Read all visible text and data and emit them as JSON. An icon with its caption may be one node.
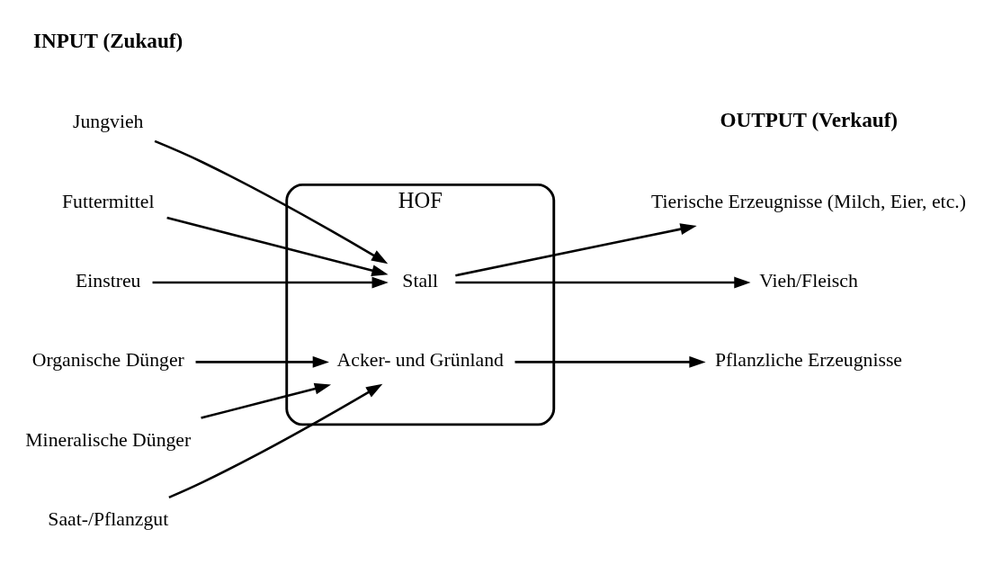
{
  "diagram": {
    "nodes": [
      {
        "text": [
          "HOF"
        ]
      },
      {
        "text": [
          "Stall"
        ],
        "in": 0
      },
      {
        "text": [
          "Acker- und Grünland"
        ],
        "in": 0
      },
      {
        "text": [
          "Jungvieh"
        ]
      },
      {
        "text": [
          "Futtermittel"
        ]
      },
      {
        "text": [
          "Einstreu"
        ]
      },
      {
        "text": [
          "Organische Dünger"
        ]
      },
      {
        "text": [
          "Mineralische Dünger"
        ]
      },
      {
        "text": [
          "Saat-/Pflanzgut"
        ]
      },
      {
        "text": [
          "Tierische Erzeugnisse (Milch, Eier, etc.)"
        ]
      },
      {
        "text": [
          "Vieh/Fleisch"
        ]
      },
      {
        "text": [
          "Pflanzliche Erzeugnisse"
        ]
      }
    ],
    "edges": [
      {
        "from": 3,
        "to": 1,
        "arrow": "to"
      },
      {
        "from": 4,
        "to": 1,
        "arrow": "to"
      },
      {
        "from": 5,
        "to": 1,
        "arrow": "to"
      },
      {
        "from": 6,
        "to": 2,
        "arrow": "to"
      },
      {
        "from": 7,
        "to": 2,
        "arrow": "to"
      },
      {
        "from": 8,
        "to": 2,
        "arrow": "to"
      },
      {
        "from": 1,
        "to": 9,
        "arrow": "to"
      },
      {
        "from": 1,
        "to": 10,
        "arrow": "to"
      },
      {
        "from": 2,
        "to": 11,
        "arrow": "to"
      }
    ],
    "labels": [
      "INPUT (Zukauf)",
      "OUTPUT (Verkauf)"
    ]
  }
}
